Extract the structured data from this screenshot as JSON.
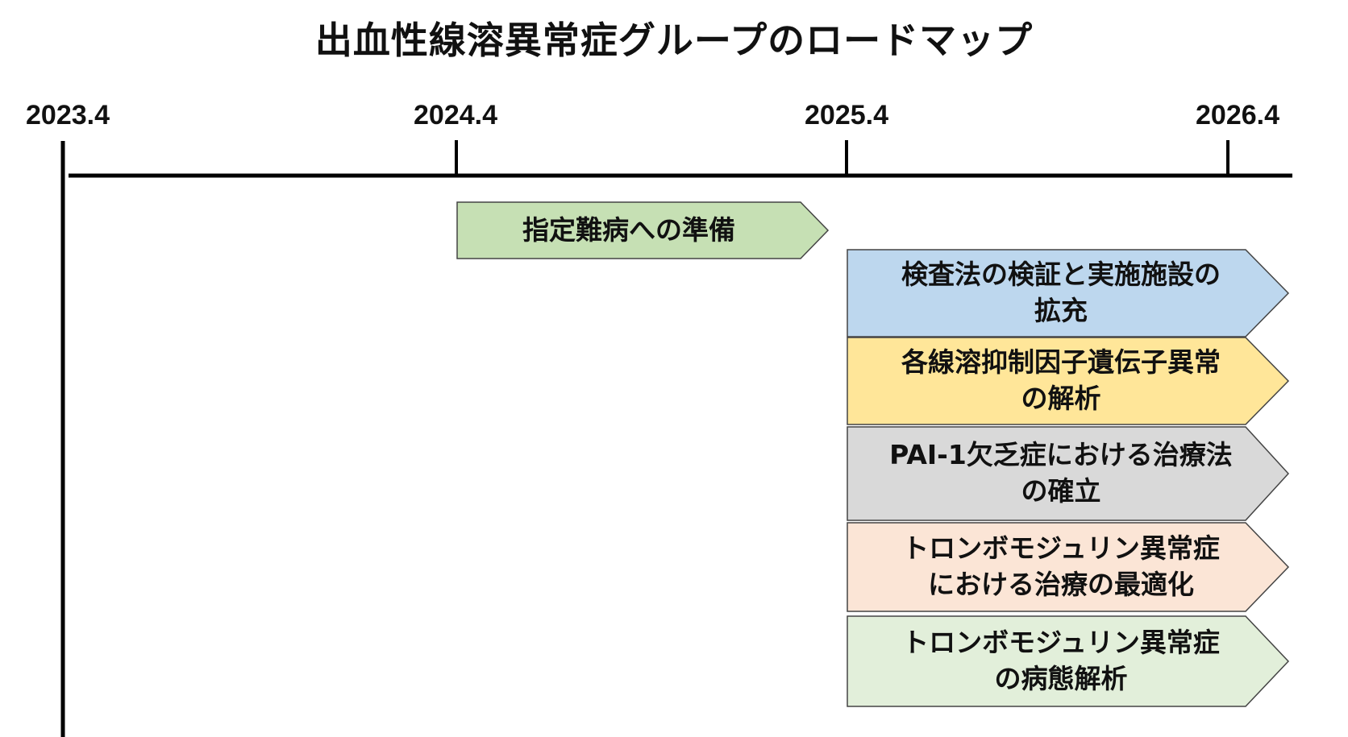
{
  "title": "出血性線溶異常症グループのロードマップ",
  "timeline": {
    "ticks": [
      "2023.4",
      "2024.4",
      "2025.4",
      "2026.4"
    ]
  },
  "tasks": [
    {
      "label": "指定難病への準備",
      "color": "#c6e0b4"
    },
    {
      "label": "検査法の検証と実施施設の\n拡充",
      "color": "#bdd7ee"
    },
    {
      "label": "各線溶抑制因子遺伝子異常\nの解析",
      "color": "#ffe699"
    },
    {
      "label": "PAI-1欠乏症における治療法\nの確立",
      "color": "#d9d9d9"
    },
    {
      "label": "トロンボモジュリン異常症\nにおける治療の最適化",
      "color": "#fbe5d6"
    },
    {
      "label": "トロンボモジュリン異常症\nの病態解析",
      "color": "#e2efda"
    }
  ]
}
